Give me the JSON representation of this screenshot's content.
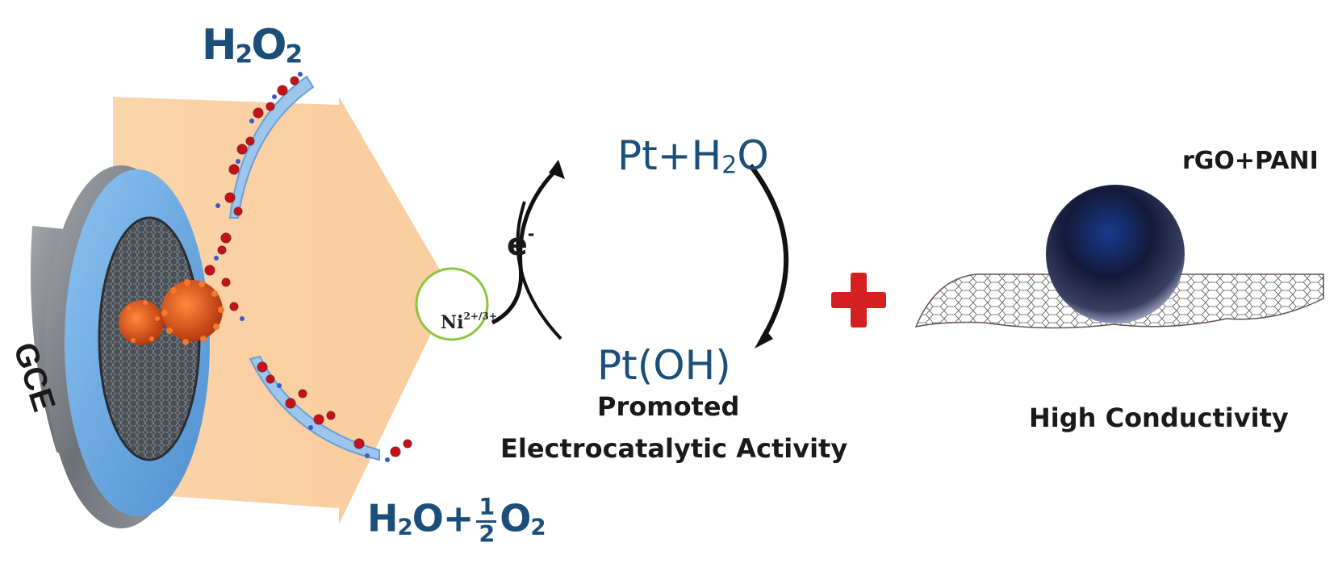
{
  "left_panel": {
    "electrode_label": "GCE",
    "reactant": {
      "base": "H",
      "sub1": "2",
      "mid": "O",
      "sub2": "2"
    },
    "products": {
      "water": {
        "base": "H",
        "sub1": "2",
        "mid": "O"
      },
      "plus": "+",
      "frac_num": "1",
      "frac_den": "2",
      "oxygen": {
        "base": "O",
        "sub1": "2"
      }
    }
  },
  "cycle": {
    "top_species": {
      "pre": "Pt+H",
      "sub": "2",
      "post": "O"
    },
    "bottom_species": "Pt(OH)",
    "electron": {
      "base": "e",
      "sup": "-"
    },
    "nickel": {
      "base": "Ni",
      "sup": "2+/3+"
    },
    "caption_line1": "Promoted",
    "caption_line2": "Electrocatalytic Activity"
  },
  "plus_sign_color": "#d42020",
  "right_panel": {
    "title": "rGO+PANI",
    "caption": "High Conductivity"
  },
  "colors": {
    "chem_text": "#1c4e7a",
    "electrode_ring": "#6aa8e0",
    "electrode_body": "#7a7f86",
    "glow": "#f8c890",
    "nickel_ring": "#8cc63f",
    "nanoparticle": "#e0541a"
  }
}
